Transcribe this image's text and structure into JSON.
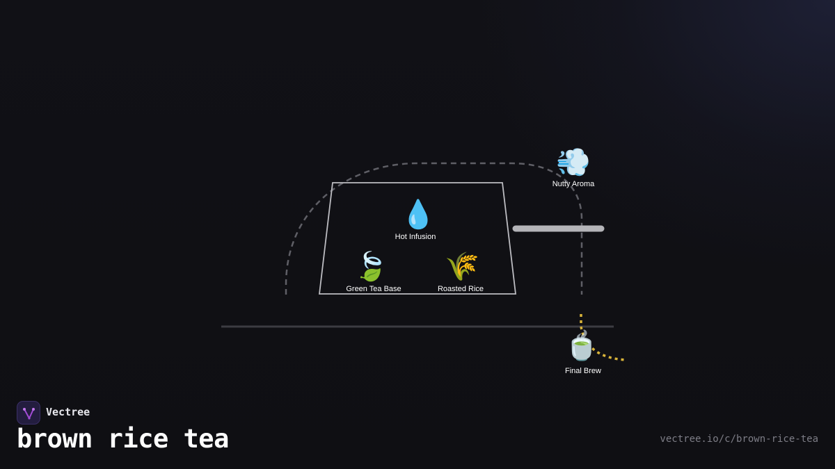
{
  "brand": {
    "name": "Vectree",
    "logo_color": "#a24bd6"
  },
  "title": "brown rice tea",
  "url": "vectree.io/c/brown-rice-tea",
  "colors": {
    "background": "#111116",
    "container_outline": "#bdbdc2",
    "dashed_path": "#5f5f66",
    "flow_highlight": "#d9b43a",
    "shelf_bar": "#b4b4b8",
    "floor_line": "#3c3c42"
  },
  "nodes": [
    {
      "id": "hot-infusion",
      "label": "Hot Infusion",
      "icon": "droplet-icon",
      "glyph": "💧"
    },
    {
      "id": "green-tea-base",
      "label": "Green Tea Base",
      "icon": "leaf-icon",
      "glyph": "🍃"
    },
    {
      "id": "roasted-rice",
      "label": "Roasted Rice",
      "icon": "rice-sheaf-icon",
      "glyph": "🌾"
    },
    {
      "id": "nutty-aroma",
      "label": "Nutty Aroma",
      "icon": "steam-puff-icon",
      "glyph": "💨"
    },
    {
      "id": "final-brew",
      "label": "Final Brew",
      "icon": "teacup-icon",
      "glyph": "🍵"
    }
  ]
}
